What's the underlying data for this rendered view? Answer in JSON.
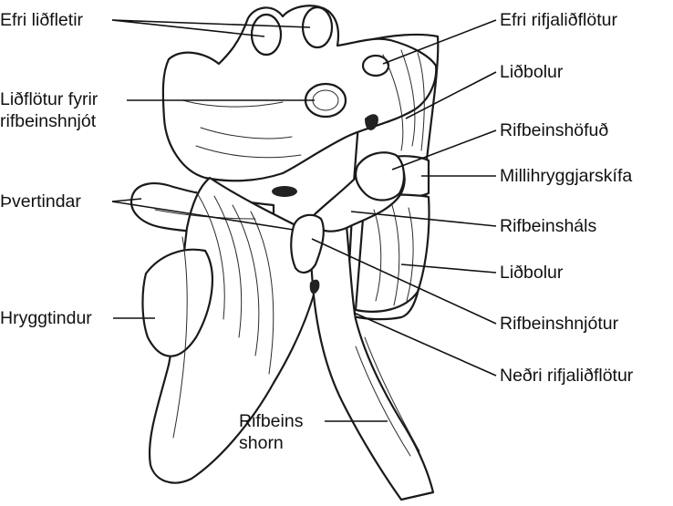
{
  "labels": {
    "left": {
      "efri_lidfletir": "Efri liðfletir",
      "lidflotur_fyrir_1": "Liðflötur fyrir",
      "lidflotur_fyrir_2": "rifbeinshnjót",
      "thvertindar": "Þvertindar",
      "hryggtindur": "Hryggtindur"
    },
    "bottom": {
      "rifbeins_1": "Rifbeins",
      "rifbeins_2": "shorn"
    },
    "right": {
      "efri_rifjalidflotur": "Efri rifjaliðflötur",
      "lidbolur_1": "Liðbolur",
      "rifbeinshofud": "Rifbeinshöfuð",
      "millihryggjarskifa": "Millihryggjarskífa",
      "rifbeinshals": "Rifbeinsháls",
      "lidbolur_2": "Liðbolur",
      "rifbeinshnjotur": "Rifbeinshnjótur",
      "nedri_rifjalidflotur": "Neðri rifjaliðflötur"
    }
  }
}
